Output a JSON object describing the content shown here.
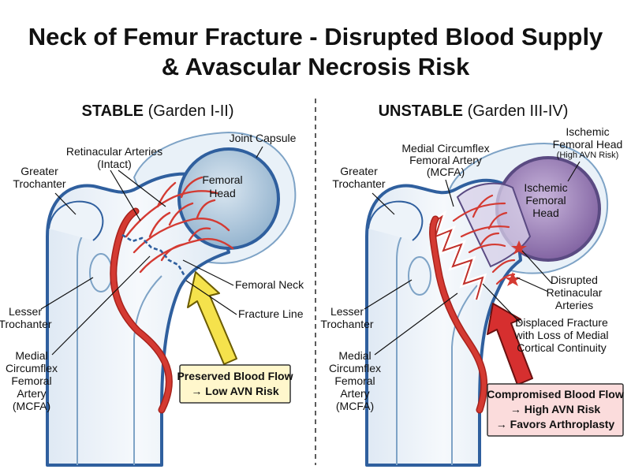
{
  "title": {
    "line1": "Neck of Femur Fracture - Disrupted Blood Supply",
    "line2": "& Avascular Necrosis Risk"
  },
  "stable": {
    "heading_bold": "STABLE",
    "heading_rest": " (Garden I-II)",
    "labels": {
      "greater_trochanter": [
        "Greater",
        "Trochanter"
      ],
      "retinacular": [
        "Retinacular Arteries",
        "(Intact)"
      ],
      "joint_capsule": "Joint Capsule",
      "femoral_head": [
        "Femoral",
        "Head"
      ],
      "femoral_neck": "Femoral Neck",
      "fracture_line": "Fracture Line",
      "lesser_trochanter": [
        "Lesser",
        "Trochanter"
      ],
      "mcfa": [
        "Medial",
        "Circumflex",
        "Femoral",
        "Artery",
        "(MCFA)"
      ]
    },
    "callout": [
      "Preserved Blood Flow",
      "→ Low AVN Risk"
    ]
  },
  "unstable": {
    "heading_bold": "UNSTABLE",
    "heading_rest": " (Garden III-IV)",
    "labels": {
      "greater_trochanter": [
        "Greater",
        "Trochanter"
      ],
      "mcfa_top": [
        "Medial Circumflex",
        "Femoral Artery",
        "(MCFA)"
      ],
      "ischemic_head_top": [
        "Ischemic",
        "Femoral Head"
      ],
      "ischemic_head_top_small": "(High AVN Risk)",
      "ischemic_head_inner": [
        "Ischemic",
        "Femoral",
        "Head"
      ],
      "disrupted": [
        "Disrupted",
        "Retinacular",
        "Arteries"
      ],
      "displaced": [
        "Displaced Fracture",
        "with Loss of Medial",
        "Cortical Continuity"
      ],
      "lesser_trochanter": [
        "Lesser",
        "Trochanter"
      ],
      "mcfa": [
        "Medial",
        "Circumflex",
        "Femoral",
        "Artery",
        "(MCFA)"
      ]
    },
    "callout": [
      "Compromised Blood Flow",
      "→ High AVN Risk",
      "→ Favors Arthroplasty"
    ]
  },
  "colors": {
    "bone_outline": "#2f5f9e",
    "bone_fill": "#e6eff8",
    "artery": "#d43a32",
    "healthy_head": "#a9c3da",
    "ischemic_head": "#9a7fb6",
    "stable_arrow": "#f5e24c",
    "unstable_arrow": "#d62f2f",
    "stable_box": "#fff7cc",
    "unstable_box": "#fbdcdc"
  }
}
